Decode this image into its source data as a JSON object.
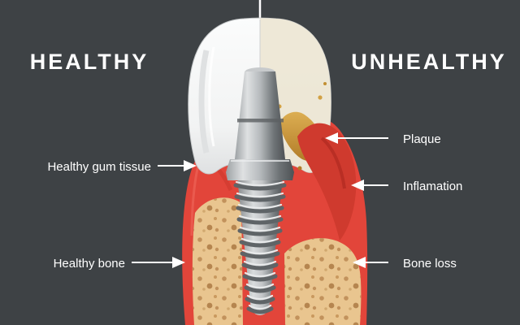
{
  "title": "Dental implant healthy vs unhealthy comparison diagram",
  "headings": {
    "healthy": "HEALTHY",
    "unhealthy": "UNHEALTHY"
  },
  "labels": {
    "healthy_gum": "Healthy gum tissue",
    "healthy_bone": "Healthy bone",
    "plaque": "Plaque",
    "inflammation": "Inflamation",
    "bone_loss": "Bone loss"
  },
  "colors": {
    "background": "#3e4245",
    "label_text": "#ffffff",
    "leader_line": "#ffffff",
    "gum_red": "#e2453a",
    "gum_inflamed_red": "#cf3a2e",
    "gum_shadow_red": "#c73629",
    "bone_tan": "#e9c58f",
    "bone_speckle": "#c2925c",
    "tooth_white": "#f7f8f8",
    "tooth_unhealthy_cream": "#ece5d3",
    "plaque_yellow": "#d2a144",
    "metal_light": "#d9dcdd",
    "metal_dark": "#54585b"
  }
}
